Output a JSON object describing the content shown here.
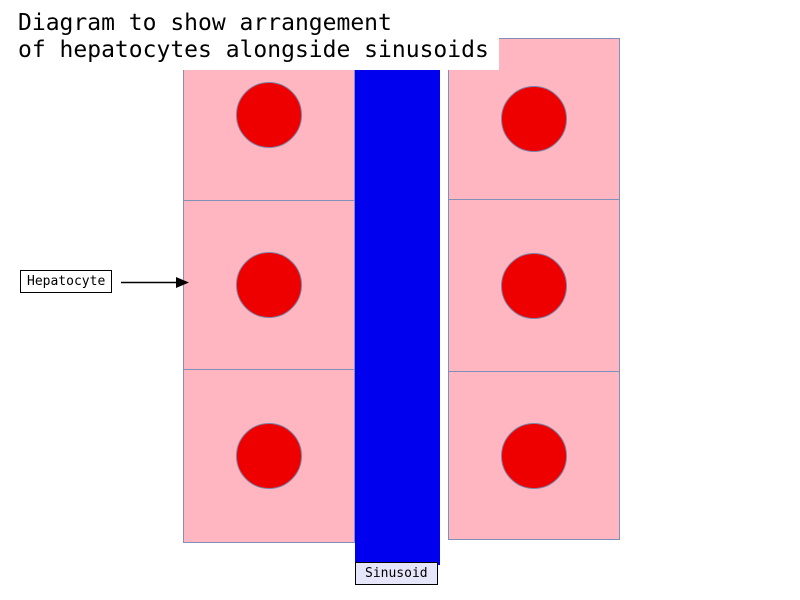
{
  "title": {
    "line1": "Diagram to show arrangement",
    "line2": "of hepatocytes alongside sinusoids"
  },
  "labels": {
    "hepatocyte": "Hepatocyte",
    "sinusoid": "Sinusoid"
  },
  "colors": {
    "background": "#ffffff",
    "cell_fill": "#ffb6c1",
    "cell_border": "#8090b8",
    "nucleus_fill": "#ee0000",
    "nucleus_border": "#7a84a8",
    "sinusoid_fill": "#0000ee",
    "label_border": "#000000",
    "hepatocyte_label_bg": "#ffffff",
    "sinusoid_label_bg": "#e6e6fa",
    "title_text": "#000000"
  },
  "diagram": {
    "type": "labeled-diagram",
    "subject": "hepatocytes and sinusoids",
    "hepatocyte_cells_left_column": 3,
    "hepatocyte_cells_right_column": 3,
    "nuclei_per_cell": 1
  }
}
